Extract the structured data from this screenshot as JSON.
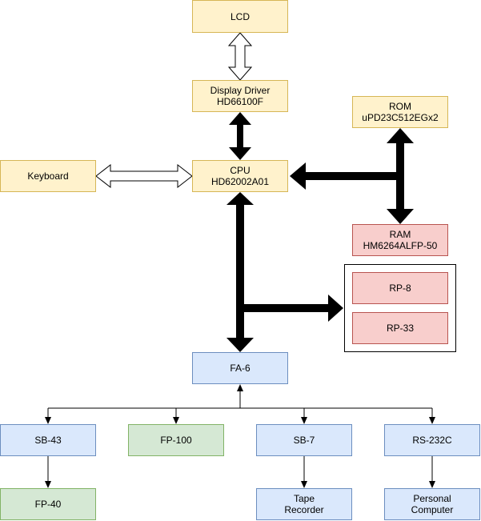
{
  "nodes": {
    "lcd": {
      "lines": [
        "LCD"
      ]
    },
    "display_driver": {
      "lines": [
        "Display Driver",
        "HD66100F"
      ]
    },
    "rom": {
      "lines": [
        "ROM",
        "uPD23C512EGx2"
      ]
    },
    "keyboard": {
      "lines": [
        "Keyboard"
      ]
    },
    "cpu": {
      "lines": [
        "CPU",
        "HD62002A01"
      ]
    },
    "ram": {
      "lines": [
        "RAM",
        "HM6264ALFP-50"
      ]
    },
    "rp8": {
      "lines": [
        "RP-8"
      ]
    },
    "rp33": {
      "lines": [
        "RP-33"
      ]
    },
    "fa6": {
      "lines": [
        "FA-6"
      ]
    },
    "sb43": {
      "lines": [
        "SB-43"
      ]
    },
    "fp100": {
      "lines": [
        "FP-100"
      ]
    },
    "sb7": {
      "lines": [
        "SB-7"
      ]
    },
    "rs232c": {
      "lines": [
        "RS-232C"
      ]
    },
    "fp40": {
      "lines": [
        "FP-40"
      ]
    },
    "tape_recorder": {
      "lines": [
        "Tape",
        "Recorder"
      ]
    },
    "personal_computer": {
      "lines": [
        "Personal",
        "Computer"
      ]
    }
  },
  "colors": {
    "yellow_fill": "#fff2cc",
    "yellow_stroke": "#d6b656",
    "red_fill": "#f8cecc",
    "red_stroke": "#b85450",
    "blue_fill": "#dae8fc",
    "blue_stroke": "#6c8ebf",
    "green_fill": "#d5e8d4",
    "green_stroke": "#82b366",
    "bus": "#000000"
  }
}
